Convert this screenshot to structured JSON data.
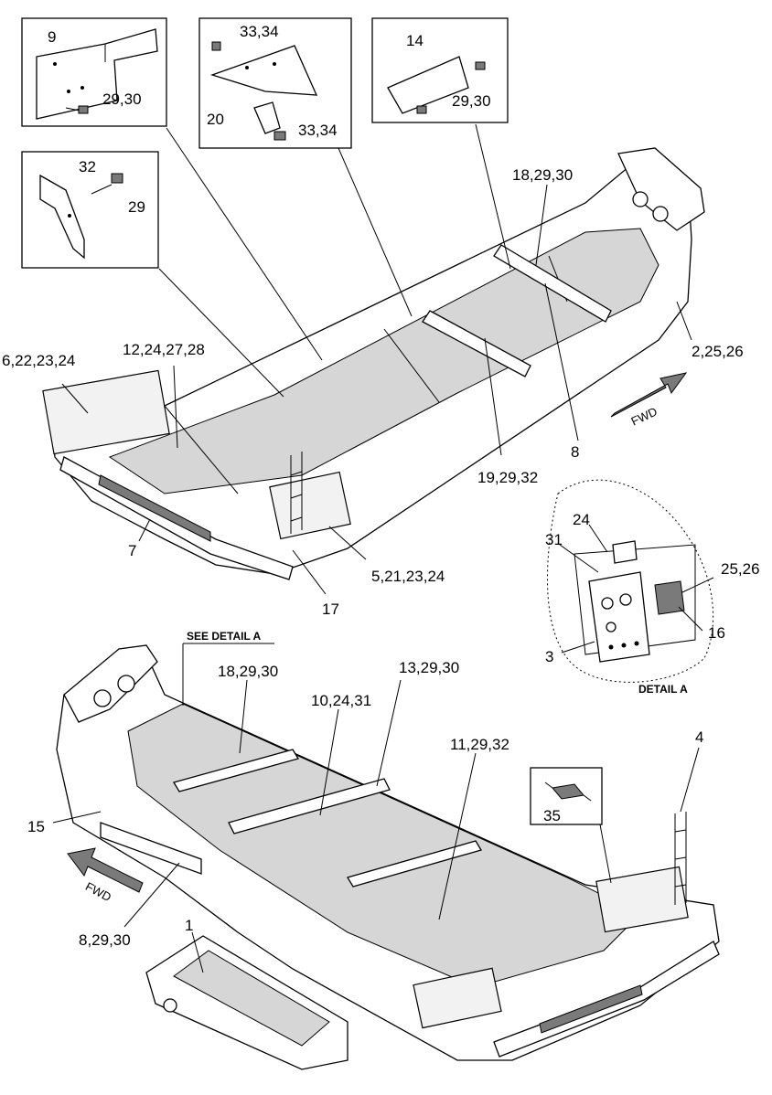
{
  "insets": {
    "part9": {
      "item": "9",
      "hw": "29,30"
    },
    "part20": {
      "item": "20",
      "hw_top": "33,34",
      "hw_bottom": "33,34"
    },
    "part14": {
      "item": "14",
      "hw": "29,30"
    },
    "part32": {
      "item": "32",
      "hw": "29"
    },
    "part35": {
      "item": "35"
    }
  },
  "upper_view": {
    "callouts": {
      "c_18_29_30": "18,29,30",
      "c_6_22_23_24": "6,22,23,24",
      "c_12_24_27_28": "12,24,27,28",
      "c_2_25_26": "2,25,26",
      "c_19_29_32": "19,29,32",
      "c_8": "8",
      "c_7": "7",
      "c_5_21_23_24": "5,21,23,24",
      "c_17": "17"
    },
    "fwd": "FWD"
  },
  "detail_a": {
    "title": "DETAIL A",
    "callouts": {
      "c24": "24",
      "c31": "31",
      "c25_26": "25,26",
      "c16": "16",
      "c3": "3"
    }
  },
  "lower_view": {
    "see_detail": "SEE DETAIL A",
    "callouts": {
      "c_18_29_30": "18,29,30",
      "c_13_29_30": "13,29,30",
      "c_10_24_31": "10,24,31",
      "c_11_29_32": "11,29,32",
      "c_4": "4",
      "c_15": "15",
      "c_8_29_30": "8,29,30",
      "c_1": "1"
    },
    "fwd": "FWD"
  }
}
